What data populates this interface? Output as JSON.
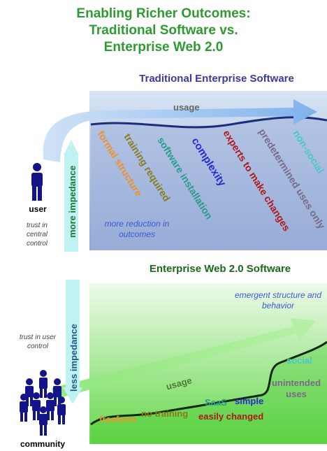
{
  "title": [
    "Enabling Richer Outcomes:",
    "Traditional Software vs.",
    "Enterprise Web 2.0"
  ],
  "traditional": {
    "heading": "Traditional Enterprise Software",
    "usage": "usage",
    "impedance": "more impedance",
    "reduction": "more reduction in outcomes",
    "factors": [
      {
        "label": "formal structure",
        "color": "#f0902a"
      },
      {
        "label": "training required",
        "color": "#8a7a1a"
      },
      {
        "label": "software installation",
        "color": "#2a9a8a"
      },
      {
        "label": "complexity",
        "color": "#2a2ad0"
      },
      {
        "label": "experts to make changes",
        "color": "#b01818"
      },
      {
        "label": "predetermined uses only",
        "color": "#7a6a8a"
      },
      {
        "label": "non-social",
        "color": "#4ac8c8"
      }
    ]
  },
  "web20": {
    "heading": "Enterprise Web 2.0 Software",
    "usage": "usage",
    "impedance": "less impedance",
    "emergent": "emergent structure and behavior",
    "factors": [
      {
        "label": "freeform",
        "color": "#f0902a"
      },
      {
        "label": "no training",
        "color": "#8a7a1a"
      },
      {
        "label": "SaaS",
        "color": "#2a9a8a"
      },
      {
        "label": "simple",
        "color": "#2a2ad0"
      },
      {
        "label": "easily changed",
        "color": "#b01818"
      },
      {
        "label": "unintended uses",
        "color": "#7a6a8a"
      },
      {
        "label": "social",
        "color": "#4ac8c8"
      }
    ]
  },
  "user": {
    "label": "user",
    "trust": "trust in central control"
  },
  "community": {
    "label": "community",
    "trust": "trust in user control"
  },
  "colors": {
    "title": "#2e9a32",
    "heading_top": "#3a3aa0",
    "heading_bottom": "#1a6a1a"
  }
}
